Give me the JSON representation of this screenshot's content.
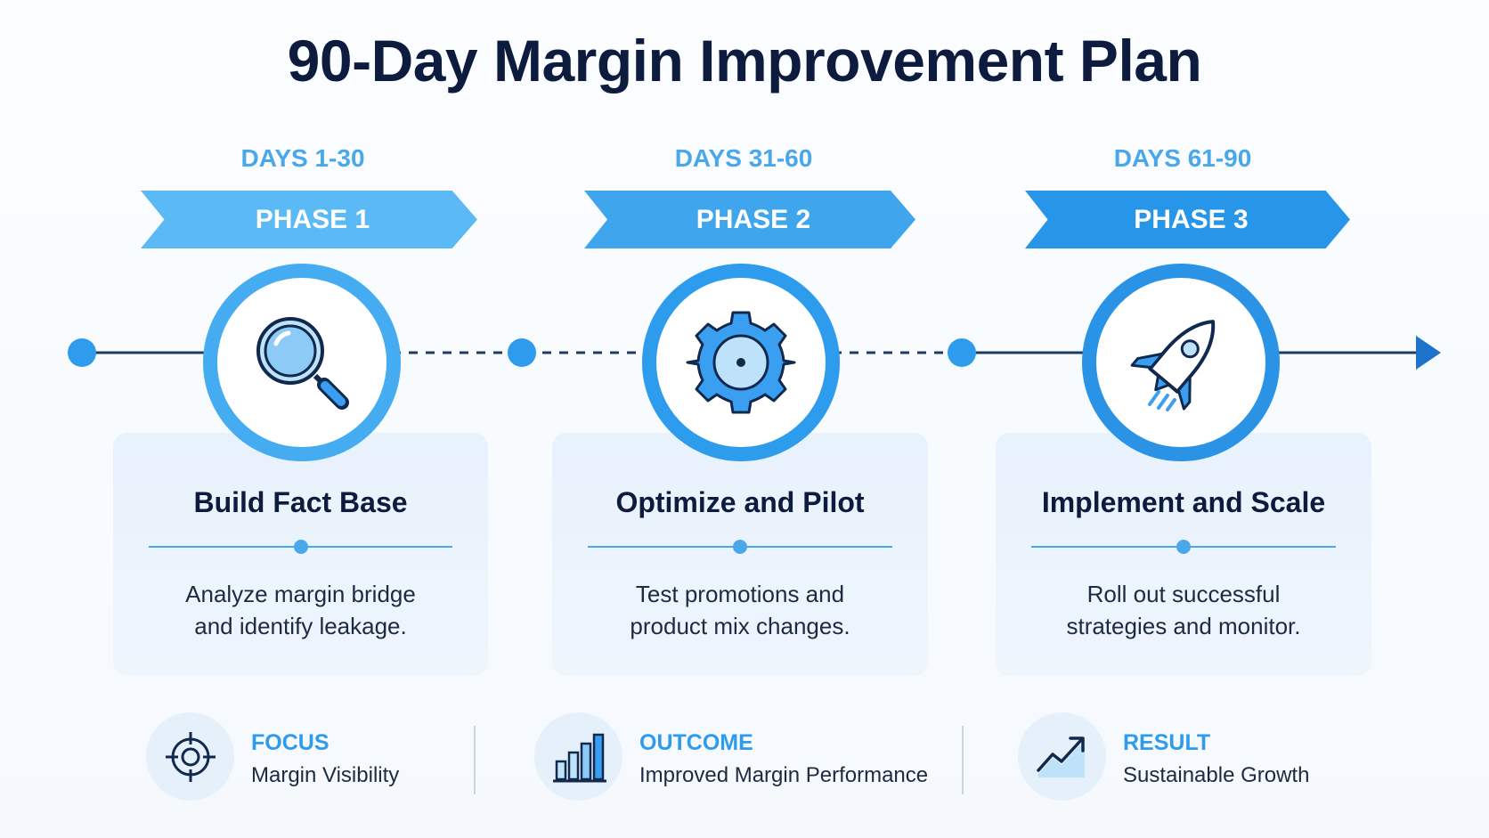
{
  "title": "90-Day Margin Improvement Plan",
  "phases": [
    {
      "days": "DAYS 1-30",
      "phase": "PHASE 1",
      "icon": "magnifying-glass-icon",
      "title": "Build Fact Base",
      "desc_line1": "Analyze margin bridge",
      "desc_line2": "and identify leakage."
    },
    {
      "days": "DAYS 31-60",
      "phase": "PHASE 2",
      "icon": "gear-icon",
      "title": "Optimize and Pilot",
      "desc_line1": "Test promotions and",
      "desc_line2": "product mix changes."
    },
    {
      "days": "DAYS 61-90",
      "phase": "PHASE 3",
      "icon": "rocket-icon",
      "title": "Implement and Scale",
      "desc_line1": "Roll out successful",
      "desc_line2": "strategies and monitor."
    }
  ],
  "summary": [
    {
      "icon": "target-icon",
      "label": "FOCUS",
      "value": "Margin Visibility"
    },
    {
      "icon": "bar-chart-icon",
      "label": "OUTCOME",
      "value": "Improved Margin Performance"
    },
    {
      "icon": "trend-up-icon",
      "label": "RESULT",
      "value": "Sustainable Growth"
    }
  ],
  "colors": {
    "title": "#0d1b3e",
    "accent": "#2f9bec",
    "accent_light": "#5bbaf6",
    "line_dark": "#1f3b63",
    "card_bg": "#eaf3fc"
  }
}
